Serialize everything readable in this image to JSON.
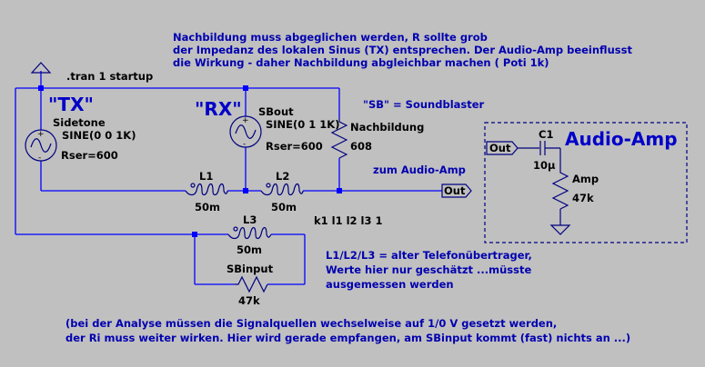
{
  "colors": {
    "background": "#c0c0c0",
    "wire": "#0000ff",
    "symbol": "#000080",
    "comment": "#0000b0",
    "heading": "#0000c8",
    "label": "#000000"
  },
  "directives": {
    "tran": ".tran 1 startup",
    "coupling": "k1 l1 l2 l3 1"
  },
  "comments": {
    "top": [
      "Nachbildung muss abgeglichen werden, R sollte grob",
      "der Impedanz des lokalen Sinus (TX) entsprechen. Der Audio-Amp beeinflusst",
      "die Wirkung - daher Nachbildung abgleichbar machen ( Poti 1k)"
    ],
    "sb": "\"SB\" = Soundblaster",
    "zum_amp": "zum Audio-Amp",
    "transformer": [
      "L1/L2/L3 = alter Telefonübertrager,",
      "Werte hier nur geschätzt ...müsste",
      "ausgemessen werden"
    ],
    "bottom": [
      "(bei der Analyse müssen die Signalquellen wechselweise auf 1/0 V gesetzt werden,",
      "der Ri muss weiter wirken. Hier wird gerade empfangen, am SBinput kommt (fast) nichts an ...)"
    ]
  },
  "headings": {
    "tx": "\"TX\"",
    "rx": "\"RX\"",
    "audio_amp": "Audio-Amp"
  },
  "components": {
    "sidetone": {
      "name": "Sidetone",
      "value": "SINE(0 0 1K)",
      "rser": "Rser=600"
    },
    "sbout": {
      "name": "SBout",
      "value": "SINE(0 1 1K)",
      "rser": "Rser=600"
    },
    "nachbildung": {
      "name": "Nachbildung",
      "value": "608"
    },
    "l1": {
      "name": "L1",
      "value": "50m"
    },
    "l2": {
      "name": "L2",
      "value": "50m"
    },
    "l3": {
      "name": "L3",
      "value": "50m"
    },
    "sbinput": {
      "name": "SBinput",
      "value": "47k"
    },
    "c1": {
      "name": "C1",
      "value": "10µ"
    },
    "amp": {
      "name": "Amp",
      "value": "47k"
    }
  },
  "ports": {
    "out_main": "Out",
    "out_amp": "Out"
  }
}
